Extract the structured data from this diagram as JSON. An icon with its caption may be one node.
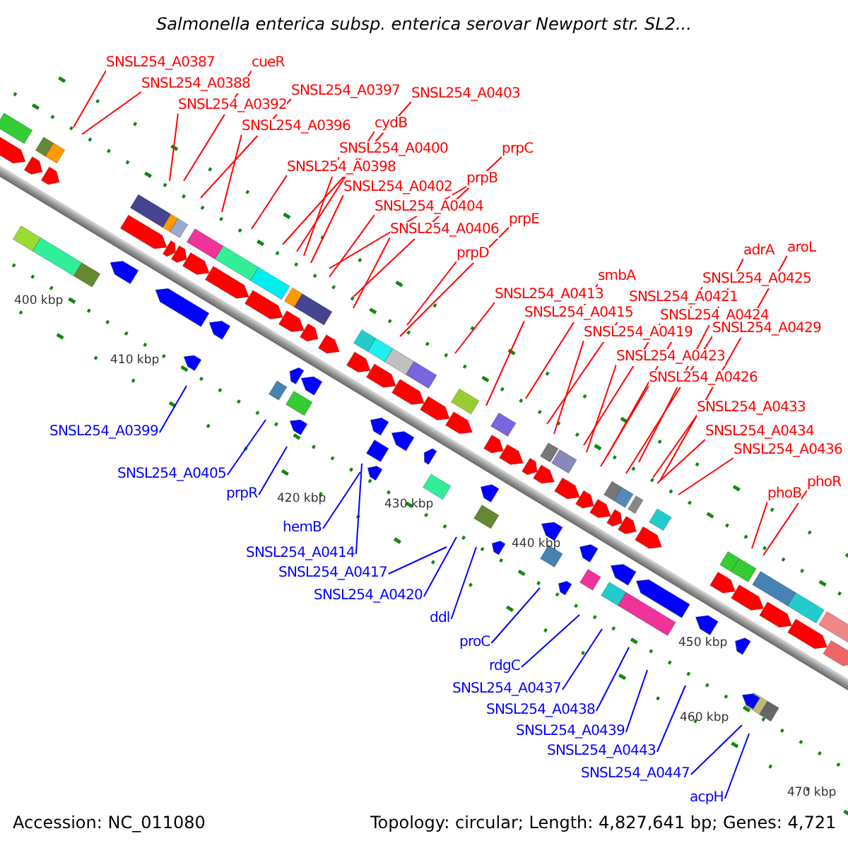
{
  "diagram": {
    "title": "Salmonella enterica subsp. enterica serovar Newport str. SL2...",
    "nodes": [
      {
        "text": [
          "SNSL254_A0387"
        ]
      },
      {
        "text": [
          "cueR"
        ]
      },
      {
        "text": [
          "SNSL254_A0388"
        ]
      },
      {
        "text": [
          "SNSL254_A0397"
        ]
      },
      {
        "text": [
          "SNSL254_A0403"
        ]
      },
      {
        "text": [
          "SNSL254_A0392"
        ]
      },
      {
        "text": [
          "cydB"
        ]
      },
      {
        "text": [
          "SNSL254_A0396"
        ]
      },
      {
        "text": [
          "SNSL254_A0400"
        ]
      },
      {
        "text": [
          "prpC"
        ]
      },
      {
        "text": [
          "SNSL254_A0398"
        ]
      },
      {
        "text": [
          "prpB"
        ]
      },
      {
        "text": [
          "SNSL254_A0402"
        ]
      },
      {
        "text": [
          "SNSL254_A0404"
        ]
      },
      {
        "text": [
          "prpE"
        ]
      },
      {
        "text": [
          "SNSL254_A0406"
        ]
      },
      {
        "text": [
          "prpD"
        ]
      },
      {
        "text": [
          "adrA"
        ]
      },
      {
        "text": [
          "aroL"
        ]
      },
      {
        "text": [
          "smbA"
        ]
      },
      {
        "text": [
          "SNSL254_A0425"
        ]
      },
      {
        "text": [
          "SNSL254_A0413"
        ]
      },
      {
        "text": [
          "SNSL254_A0421"
        ]
      },
      {
        "text": [
          "SNSL254_A0415"
        ]
      },
      {
        "text": [
          "SNSL254_A0424"
        ]
      },
      {
        "text": [
          "SNSL254_A0429"
        ]
      },
      {
        "text": [
          "SNSL254_A0419"
        ]
      },
      {
        "text": [
          "SNSL254_A0423"
        ]
      },
      {
        "text": [
          "SNSL254_A0426"
        ]
      },
      {
        "text": [
          "SNSL254_A0433"
        ]
      },
      {
        "text": [
          "SNSL254_A0434"
        ]
      },
      {
        "text": [
          "SNSL254_A0436"
        ]
      },
      {
        "text": [
          "phoR"
        ]
      },
      {
        "text": [
          "phoB"
        ]
      },
      {
        "text": [
          "SNSL254_A0399"
        ]
      },
      {
        "text": [
          "SNSL254_A0405"
        ]
      },
      {
        "text": [
          "prpR"
        ]
      },
      {
        "text": [
          "hemB"
        ]
      },
      {
        "text": [
          "SNSL254_A0414"
        ]
      },
      {
        "text": [
          "SNSL254_A0417"
        ]
      },
      {
        "text": [
          "SNSL254_A0420"
        ]
      },
      {
        "text": [
          "ddl"
        ]
      },
      {
        "text": [
          "proC"
        ]
      },
      {
        "text": [
          "rdgC"
        ]
      },
      {
        "text": [
          "SNSL254_A0437"
        ]
      },
      {
        "text": [
          "SNSL254_A0438"
        ]
      },
      {
        "text": [
          "SNSL254_A0439"
        ]
      },
      {
        "text": [
          "SNSL254_A0443"
        ]
      },
      {
        "text": [
          "SNSL254_A0447"
        ]
      },
      {
        "text": [
          "acpH"
        ]
      }
    ],
    "edges": [
      {
        "from": 0,
        "to": null,
        "arrow": "none"
      },
      {
        "from": 1,
        "to": null,
        "arrow": "none"
      },
      {
        "from": 2,
        "to": null,
        "arrow": "none"
      },
      {
        "from": 3,
        "to": null,
        "arrow": "none"
      },
      {
        "from": 4,
        "to": null,
        "arrow": "none"
      },
      {
        "from": 5,
        "to": null,
        "arrow": "none"
      },
      {
        "from": 6,
        "to": null,
        "arrow": "none"
      },
      {
        "from": 7,
        "to": null,
        "arrow": "none"
      },
      {
        "from": 8,
        "to": null,
        "arrow": "none"
      },
      {
        "from": 9,
        "to": null,
        "arrow": "none"
      },
      {
        "from": 10,
        "to": null,
        "arrow": "none"
      },
      {
        "from": 11,
        "to": null,
        "arrow": "none"
      },
      {
        "from": 12,
        "to": null,
        "arrow": "none"
      },
      {
        "from": 13,
        "to": null,
        "arrow": "none"
      },
      {
        "from": 14,
        "to": null,
        "arrow": "none"
      },
      {
        "from": 15,
        "to": null,
        "arrow": "none"
      },
      {
        "from": 16,
        "to": null,
        "arrow": "none"
      },
      {
        "from": 17,
        "to": null,
        "arrow": "none"
      },
      {
        "from": 18,
        "to": null,
        "arrow": "none"
      },
      {
        "from": 19,
        "to": null,
        "arrow": "none"
      },
      {
        "from": 20,
        "to": null,
        "arrow": "none"
      },
      {
        "from": 21,
        "to": null,
        "arrow": "none"
      },
      {
        "from": 22,
        "to": null,
        "arrow": "none"
      },
      {
        "from": 23,
        "to": null,
        "arrow": "none"
      },
      {
        "from": 24,
        "to": null,
        "arrow": "none"
      },
      {
        "from": 25,
        "to": null,
        "arrow": "none"
      },
      {
        "from": 26,
        "to": null,
        "arrow": "none"
      },
      {
        "from": 27,
        "to": null,
        "arrow": "none"
      },
      {
        "from": 28,
        "to": null,
        "arrow": "none"
      },
      {
        "from": 29,
        "to": null,
        "arrow": "none"
      },
      {
        "from": 30,
        "to": null,
        "arrow": "none"
      },
      {
        "from": 31,
        "to": null,
        "arrow": "none"
      },
      {
        "from": 32,
        "to": null,
        "arrow": "none"
      },
      {
        "from": 33,
        "to": null,
        "arrow": "none"
      },
      {
        "from": 34,
        "to": null,
        "arrow": "none",
        "color": "#0000ff"
      },
      {
        "from": 35,
        "to": null,
        "arrow": "none",
        "color": "#0000ff"
      },
      {
        "from": 36,
        "to": null,
        "arrow": "none",
        "color": "#0000ff"
      },
      {
        "from": 37,
        "to": null,
        "arrow": "none",
        "color": "#0000ff"
      },
      {
        "from": 38,
        "to": null,
        "arrow": "none",
        "color": "#0000ff"
      },
      {
        "from": 39,
        "to": null,
        "arrow": "none",
        "color": "#0000ff"
      },
      {
        "from": 40,
        "to": null,
        "arrow": "none",
        "color": "#0000ff"
      },
      {
        "from": 41,
        "to": null,
        "arrow": "none",
        "color": "#0000ff"
      },
      {
        "from": 42,
        "to": null,
        "arrow": "none",
        "color": "#0000ff"
      },
      {
        "from": 43,
        "to": null,
        "arrow": "none",
        "color": "#0000ff"
      },
      {
        "from": 44,
        "to": null,
        "arrow": "none",
        "color": "#0000ff"
      },
      {
        "from": 45,
        "to": null,
        "arrow": "none",
        "color": "#0000ff"
      },
      {
        "from": 46,
        "to": null,
        "arrow": "none",
        "color": "#0000ff"
      },
      {
        "from": 47,
        "to": null,
        "arrow": "none",
        "color": "#0000ff"
      },
      {
        "from": 48,
        "to": null,
        "arrow": "none",
        "color": "#0000ff"
      },
      {
        "from": 49,
        "to": null,
        "arrow": "none",
        "color": "#0000ff"
      }
    ],
    "labels": [
      "400 kbp",
      "410 kbp",
      "420 kbp",
      "430 kbp",
      "440 kbp",
      "450 kbp",
      "460 kbp",
      "470 kbp",
      "Accession: NC_011080",
      "Topology: circular; Length: 4,827,641 bp; Genes: 4,721"
    ]
  }
}
